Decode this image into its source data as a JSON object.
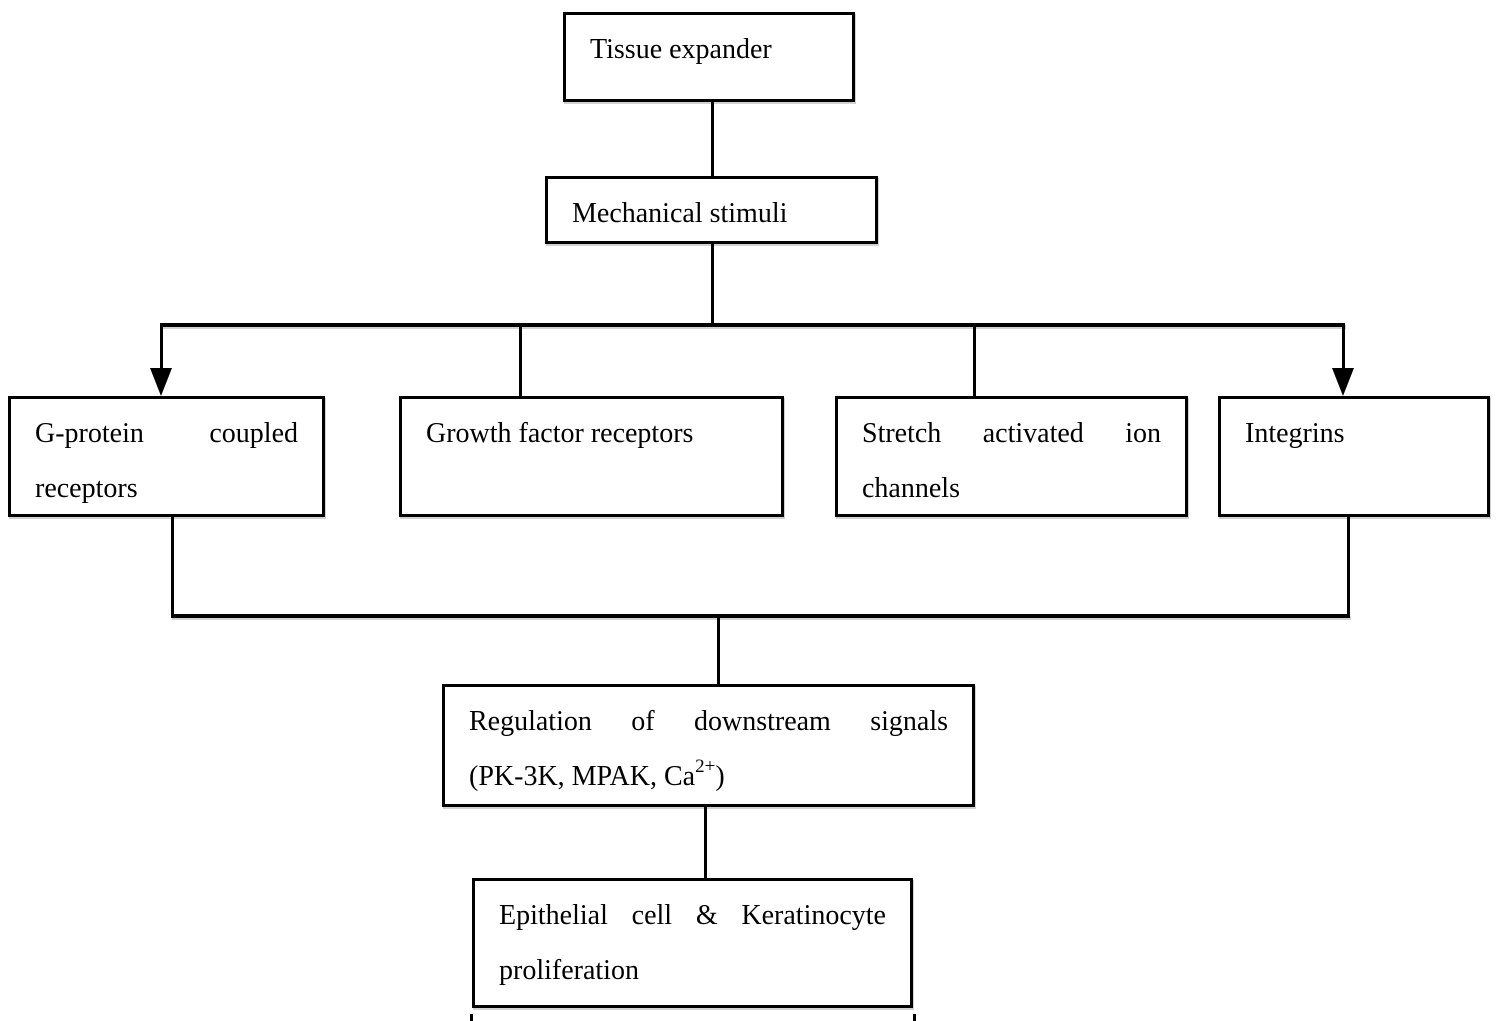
{
  "diagram": {
    "background_color": "#ffffff",
    "line_color": "#000000",
    "text_color": "#000000",
    "nodes": {
      "tissue_expander": {
        "label": "Tissue expander"
      },
      "mechanical_stimuli": {
        "label": "Mechanical stimuli"
      },
      "gpcr": {
        "line1": "G-protein coupled",
        "line2": "receptors"
      },
      "growth_factor_receptors": {
        "label": "Growth factor receptors"
      },
      "stretch_ion_channels": {
        "line1": "Stretch activated ion",
        "line2": "channels"
      },
      "integrins": {
        "label": "Integrins"
      },
      "downstream_signals": {
        "line1": "Regulation of downstream signals",
        "line2_pre": "(PK-3K, MPAK, Ca",
        "line2_sup": "2+",
        "line2_post": ")"
      },
      "proliferation": {
        "line1": "Epithelial cell & Keratinocyte",
        "line2": "proliferation"
      }
    }
  }
}
